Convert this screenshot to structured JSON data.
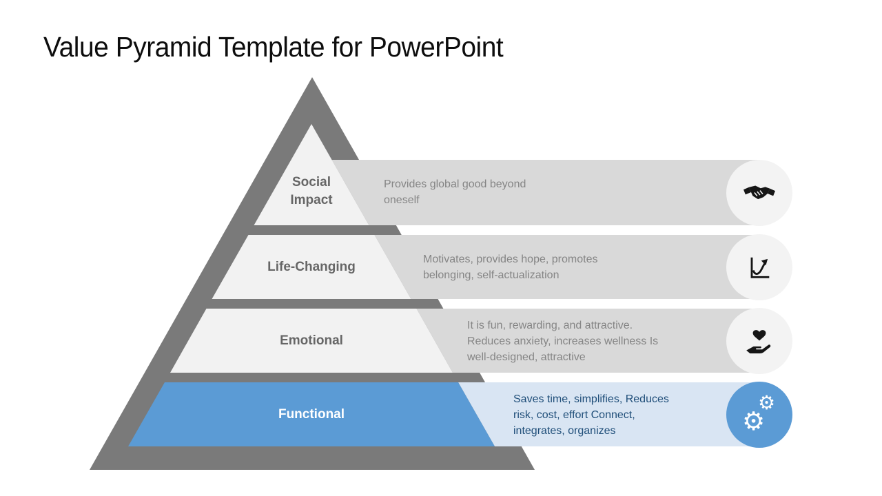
{
  "slide": {
    "title": "Value Pyramid Template for PowerPoint"
  },
  "colors": {
    "pyramid_gray": "#7a7a7a",
    "segment_light": "#f2f2f2",
    "band_gray": "#d9d9d9",
    "accent_blue": "#5b9bd5",
    "band_blue": "#d9e5f3",
    "label_gray": "#666666",
    "desc_gray": "#858585",
    "desc_navy": "#1f4e79",
    "icon_circle_light": "#f3f3f3"
  },
  "icons": {
    "gear_glyph": "⚙"
  },
  "pyramid": {
    "rows": [
      {
        "name": "social-impact",
        "label": "Social Impact",
        "label_lines": [
          "Social",
          "Impact"
        ],
        "desc_lines": [
          "Provides global good beyond",
          "oneself"
        ],
        "icon": "handshake-icon"
      },
      {
        "name": "life-changing",
        "label": "Life-Changing",
        "label_lines": [
          "Life-Changing"
        ],
        "desc_lines": [
          "Motivates, provides hope, promotes",
          "belonging, self-actualization"
        ],
        "icon": "growth-chart-icon"
      },
      {
        "name": "emotional",
        "label": "Emotional",
        "label_lines": [
          "Emotional"
        ],
        "desc_lines": [
          "It is fun, rewarding, and attractive.",
          "Reduces anxiety, increases wellness Is",
          "well-designed, attractive"
        ],
        "icon": "hand-heart-icon"
      },
      {
        "name": "functional",
        "label": "Functional",
        "label_lines": [
          "Functional"
        ],
        "desc_lines": [
          "Saves time, simplifies, Reduces",
          "risk, cost, effort Connect,",
          "integrates, organizes"
        ],
        "icon": "gears-icon"
      }
    ]
  }
}
